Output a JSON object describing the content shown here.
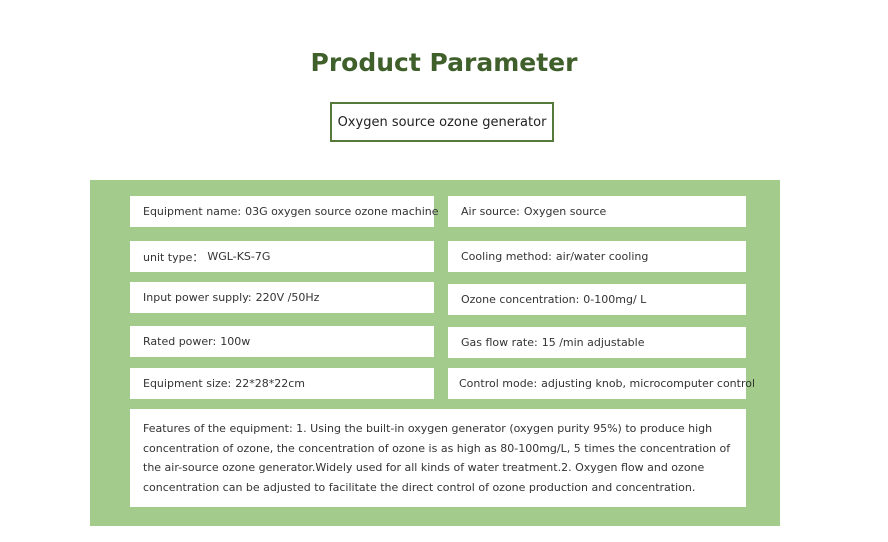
{
  "header": {
    "title": "Product Parameter",
    "subtitle": "Oxygen source ozone generator"
  },
  "specs": {
    "equipment_name": {
      "label": "Equipment name:",
      "value": "03G oxygen source ozone machine"
    },
    "air_source": {
      "label": "Air source:",
      "value": "Oxygen source"
    },
    "unit_type": {
      "label": "unit type：",
      "value": "WGL-KS-7G"
    },
    "cooling_method": {
      "label": "Cooling method:",
      "value": "air/water cooling"
    },
    "input_power": {
      "label": "Input power supply:",
      "value": "220V /50Hz"
    },
    "ozone_concentration": {
      "label": "Ozone concentration:",
      "value": "0-100mg/ L"
    },
    "rated_power": {
      "label": "Rated power:",
      "value": "100w"
    },
    "gas_flow_rate": {
      "label": "Gas flow rate:",
      "value": "15 /min adjustable"
    },
    "equipment_size": {
      "label": "Equipment size:",
      "value": "22*28*22cm"
    },
    "control_mode": {
      "label": "Control mode:",
      "value": "adjusting knob, microcomputer control"
    }
  },
  "features": {
    "text": "Features of the equipment: 1. Using the built-in oxygen generator (oxygen purity 95%) to produce high concentration of ozone, the concentration of ozone is as high as 80-100mg/L, 5 times the concentration of the air-source ozone generator.Widely used for all kinds of water treatment.2. Oxygen flow and ozone concentration can be adjusted to facilitate the direct control of ozone production and concentration."
  },
  "colors": {
    "title": "#3f5f2b",
    "panel_background": "#a3cb8b",
    "box_border": "#557a3a"
  }
}
